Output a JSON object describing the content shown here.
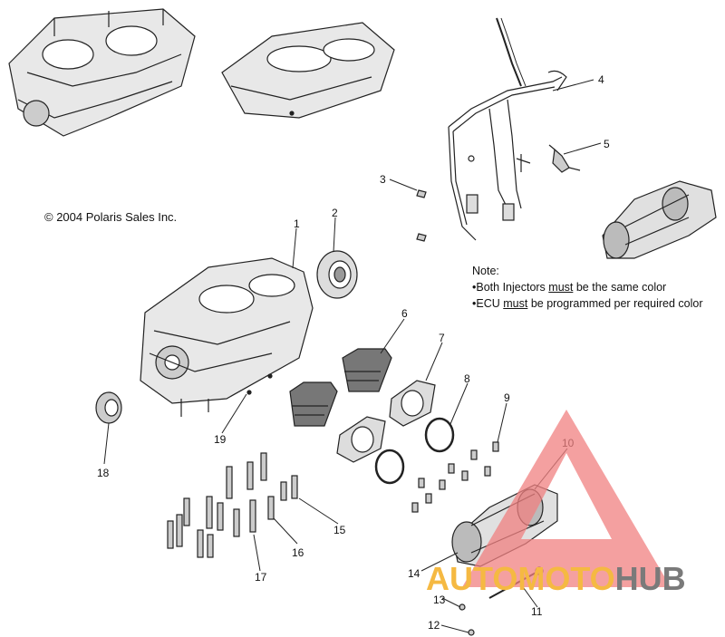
{
  "copyright": "© 2004 Polaris Sales Inc.",
  "note": {
    "title": "Note:",
    "line1": {
      "pre": "•Both Injectors ",
      "emph": "must",
      "post": " be the same color"
    },
    "line2": {
      "pre": "•ECU ",
      "emph": "must",
      "post": " be programmed per required color"
    }
  },
  "callouts": [
    "1",
    "2",
    "3",
    "4",
    "5",
    "6",
    "7",
    "8",
    "9",
    "10",
    "11",
    "12",
    "13",
    "14",
    "15",
    "16",
    "17",
    "18",
    "19"
  ],
  "watermark": {
    "part1": "AUTOMOTO",
    "part2": "HUB",
    "color_triangle": "#f08080",
    "color_text1": "#f5b942",
    "color_text2": "#7a7a7a"
  }
}
